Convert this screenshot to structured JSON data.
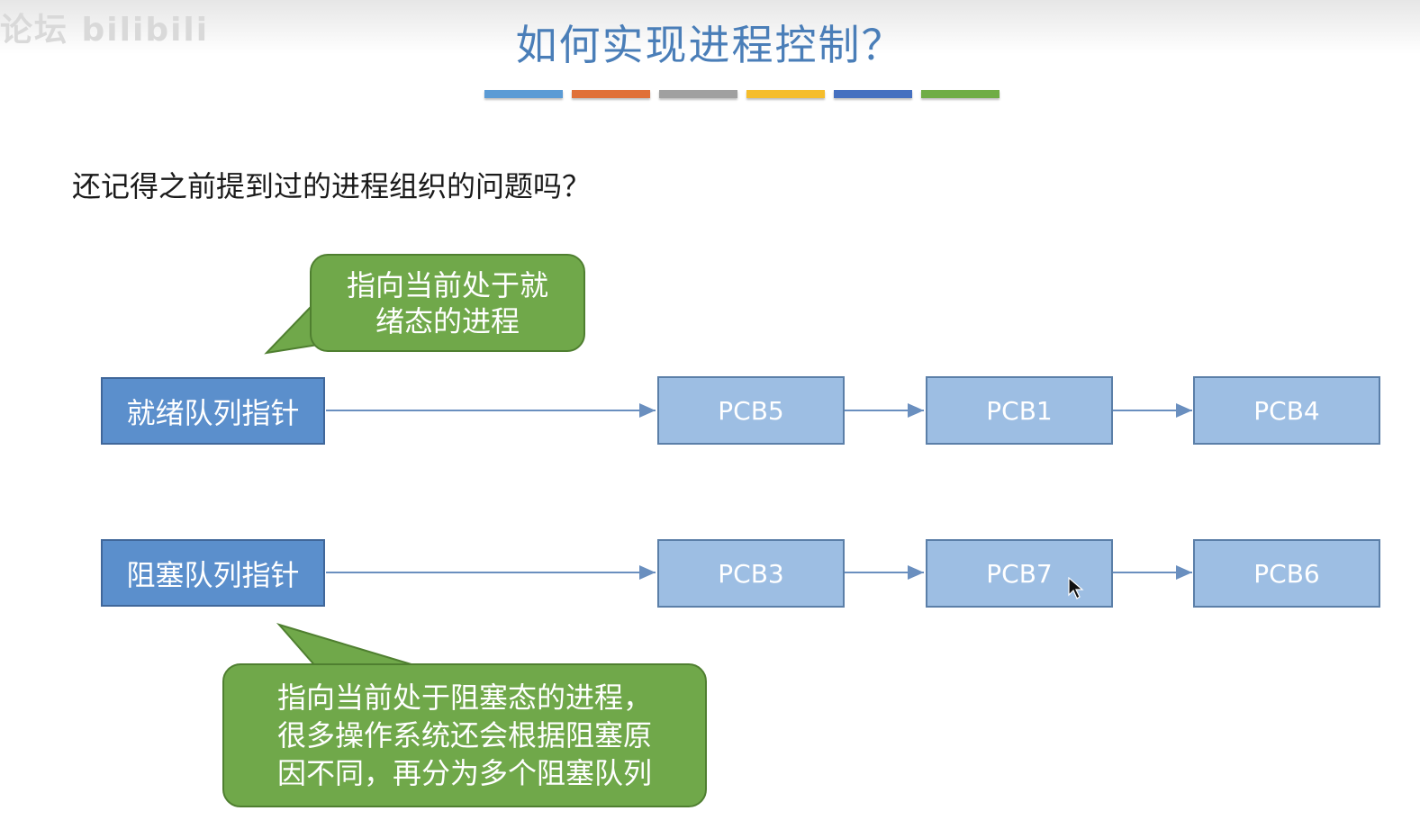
{
  "watermark": "论坛 bilibili",
  "title": "如何实现进程控制？",
  "title_bar_colors": [
    "#5b9bd5",
    "#e07038",
    "#a0a0a0",
    "#f5bd2c",
    "#4570c0",
    "#6fad46"
  ],
  "subtitle": "还记得之前提到过的进程组织的问题吗？",
  "ready_queue": {
    "pointer_label": "就绪队列指针",
    "pcbs": [
      "PCB5",
      "PCB1",
      "PCB4"
    ]
  },
  "blocked_queue": {
    "pointer_label": "阻塞队列指针",
    "pcbs": [
      "PCB3",
      "PCB7",
      "PCB6"
    ]
  },
  "callout_ready": {
    "lines": [
      "指向当前处于就",
      "绪态的进程"
    ]
  },
  "callout_blocked": {
    "lines": [
      "指向当前处于阻塞态的进程，",
      "很多操作系统还会根据阻塞原",
      "因不同，再分为多个阻塞队列"
    ]
  },
  "colors": {
    "pointer_fill": "#5b8fcc",
    "pcb_fill": "#9dbee3",
    "callout_fill": "#70a84a",
    "arrow": "#6a8fbf"
  }
}
